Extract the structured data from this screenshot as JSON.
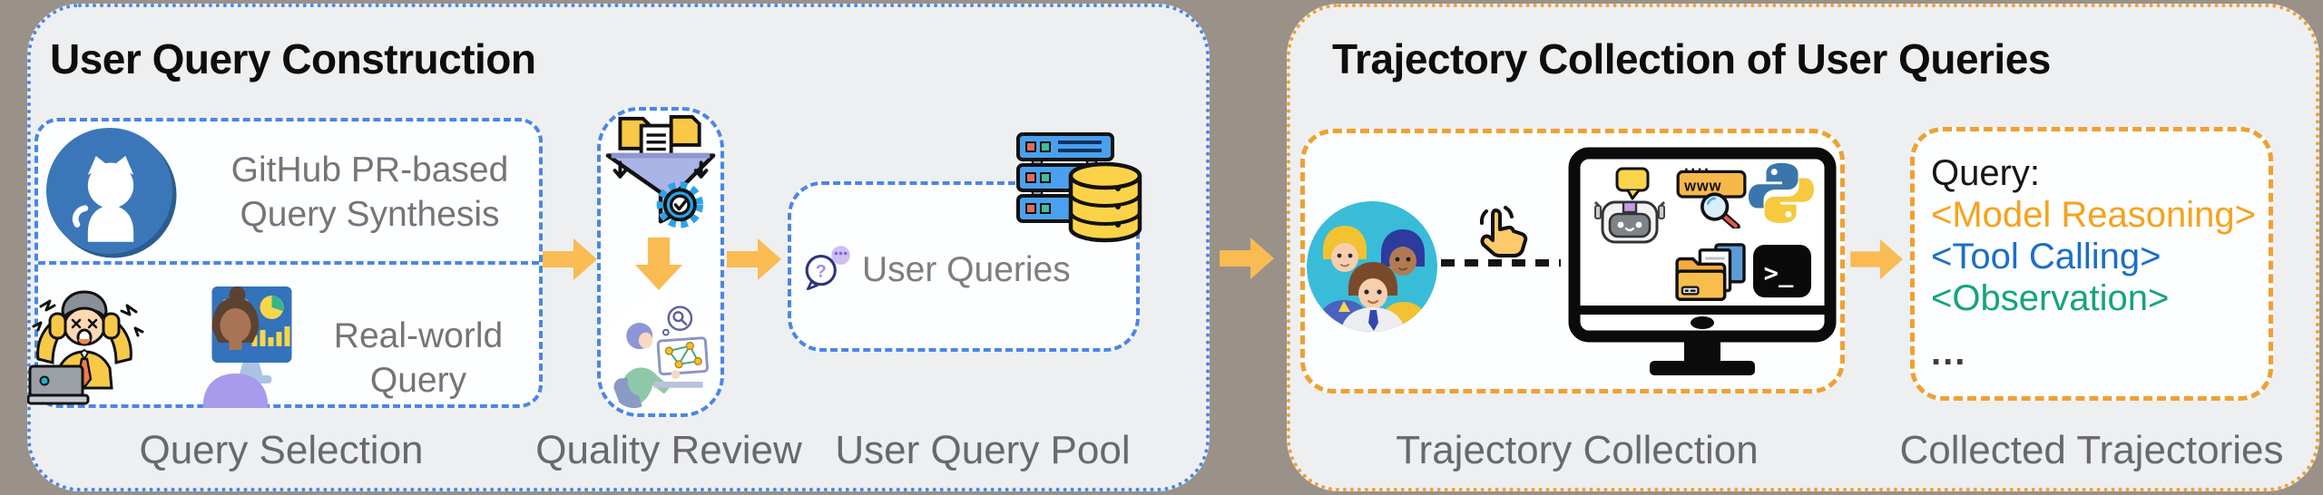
{
  "colors": {
    "background": "#9a9189",
    "panel_fill": "#edeff1",
    "blue_border": "#4a86e8",
    "orange_border": "#efa132",
    "arrow": "#f9bb52",
    "gray_text": "#68696b"
  },
  "left_panel": {
    "title": "User Query Construction",
    "query_selection": {
      "caption": "Query Selection",
      "items": [
        {
          "icon": "github-icon",
          "lines": [
            "GitHub PR-based",
            "Query Synthesis"
          ]
        },
        {
          "icons": [
            "stressed-user-icon",
            "analyst-monitor-icon"
          ],
          "lines": [
            "Real-world",
            "Query"
          ]
        }
      ]
    },
    "quality_review": {
      "caption": "Quality Review",
      "icons": [
        "document-filter-funnel-icon",
        "down-arrow-icon",
        "reviewer-analysis-icon"
      ]
    },
    "query_pool": {
      "caption": "User Query Pool",
      "label": "User Queries",
      "icons": [
        "chat-question-icon",
        "server-database-icon"
      ]
    }
  },
  "right_panel": {
    "title": "Trajectory Collection of User Queries",
    "trajectory_collection": {
      "caption": "Trajectory Collection",
      "icons": [
        "user-group-icon",
        "hand-click-icon",
        "agent-computer-icon",
        "robot-icon",
        "web-search-icon",
        "python-icon",
        "files-folder-icon",
        "terminal-icon"
      ]
    },
    "collected_trajectories": {
      "caption": "Collected Trajectories",
      "lines": [
        {
          "text": "Query:",
          "color": "#161616"
        },
        {
          "text": "<Model Reasoning>",
          "color": "#f6a21c"
        },
        {
          "text": "<Tool Calling>",
          "color": "#1b6ec8"
        },
        {
          "text": "<Observation>",
          "color": "#14a47c"
        },
        {
          "text": "...",
          "color": "#3c3c3c"
        }
      ]
    }
  },
  "icon_labels": {
    "www": "www",
    "terminal": ">_",
    "question_mark": "?"
  }
}
